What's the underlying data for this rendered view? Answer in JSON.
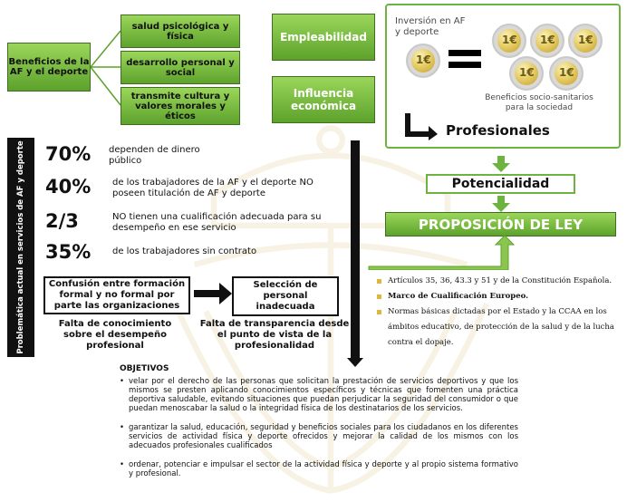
{
  "benefits": {
    "title": "Beneficios de la AF y el deporte",
    "items": [
      "salud psicológica y física",
      "desarrollo personal y social",
      "transmite cultura y valores morales y éticos"
    ]
  },
  "impact": {
    "employability": "Empleabilidad",
    "economic": "Influencia económica"
  },
  "investment": {
    "label": "Inversión en AF y deporte",
    "coin_symbol": "1€",
    "benefits_label": "Beneficios socio-sanitarios para la sociedad",
    "professionals": "Profesionales"
  },
  "potential": "Potencialidad",
  "proposal": "PROPOSICIÓN DE LEY",
  "sidebar_title": "Problemática actual en servicios de AF y deporte",
  "stats": [
    {
      "value": "70%",
      "desc": "dependen de dinero público"
    },
    {
      "value": "40%",
      "desc": "de los trabajadores de la AF y el deporte NO poseen titulación de AF y deporte"
    },
    {
      "value": "2/3",
      "desc": "NO tienen una cualificación adecuada para su desempeño en ese servicio"
    },
    {
      "value": "35%",
      "desc": "de los trabajadores sin contrato"
    }
  ],
  "confusion": {
    "left_box": "Confusión entre formación formal y no formal por parte las organizaciones",
    "right_box": "Selección de personal inadecuada",
    "left_caption": "Falta de conocimiento sobre el desempeño profesional",
    "right_caption": "Falta de transparencia desde el punto de vista de la profesionalidad"
  },
  "legal": [
    "Artículos 35, 36, 43.3 y 51 y de la Constitución Española.",
    "Marco de Cualificación Europeo.",
    "Normas básicas dictadas por el Estado y la CCAA en los ámbitos educativo, de protección de la salud y de la lucha contra el dopaje."
  ],
  "objectives": {
    "title": "OBJETIVOS",
    "items": [
      "velar por el derecho de las personas que solicitan la prestación de servicios deportivos y que los mismos se presten aplicando conocimientos específicos y técnicas que fomenten una práctica deportiva saludable, evitando situaciones que puedan perjudicar la seguridad del consumidor o que puedan menoscabar la salud o la integridad física de los destinatarios de los servicios.",
      "garantizar la salud, educación, seguridad y beneficios sociales para los ciudadanos en los diferentes servicios de actividad física y deporte ofrecidos y mejorar la calidad de los mismos con los adecuados profesionales cualificados",
      "ordenar, potenciar e impulsar el sector de la actividad física y deporte y al propio sistema formativo y profesional."
    ]
  },
  "colors": {
    "green_top": "#9bd65a",
    "green_bottom": "#5da22c",
    "accent_gold": "#e0b63a",
    "frame_green": "#6db33f"
  }
}
